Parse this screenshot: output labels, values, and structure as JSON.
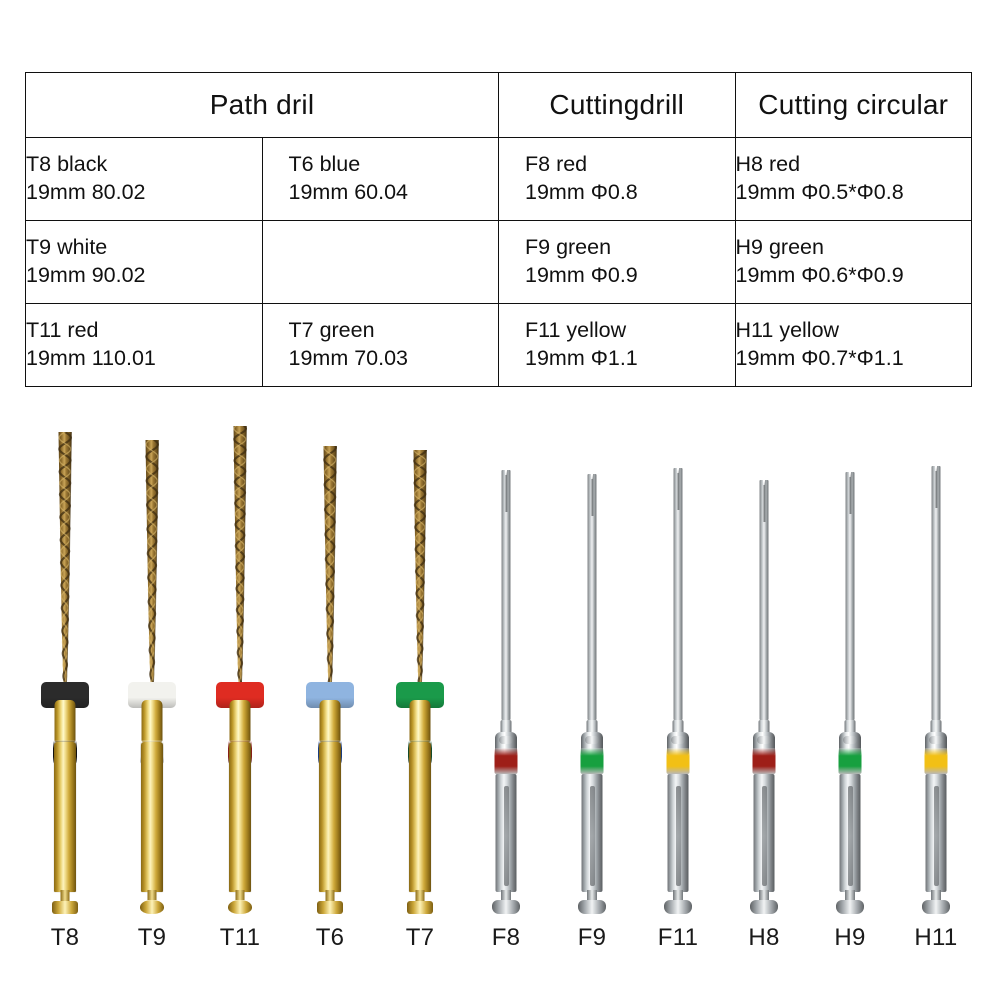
{
  "table": {
    "headers": [
      {
        "label": "Path dril",
        "colspan": 2
      },
      {
        "label": "Cuttingdrill",
        "colspan": 1
      },
      {
        "label": "Cutting circular",
        "colspan": 1
      }
    ],
    "rows": [
      {
        "c1": {
          "line1": "T8 black",
          "line2": "19mm 80.02"
        },
        "c2": {
          "line1": "T6 blue",
          "line2": "19mm 60.04"
        },
        "c3": {
          "line1": "F8 red",
          "line2": "19mm Φ0.8"
        },
        "c4": {
          "line1": "H8 red",
          "line2": "19mm Φ0.5*Φ0.8"
        }
      },
      {
        "c1": {
          "line1": "T9 white",
          "line2": "19mm 90.02"
        },
        "c2": {
          "line1": "",
          "line2": ""
        },
        "c3": {
          "line1": "F9 green",
          "line2": "19mm Φ0.9"
        },
        "c4": {
          "line1": "H9 green",
          "line2": "19mm Φ0.6*Φ0.9"
        }
      },
      {
        "c1": {
          "line1": "T11 red",
          "line2": "19mm 110.01"
        },
        "c2": {
          "line1": "T7 green",
          "line2": "19mm 70.03"
        },
        "c3": {
          "line1": "F11 yellow",
          "line2": "19mm Φ1.1"
        },
        "c4": {
          "line1": "H11 yellow",
          "line2": "19mm Φ0.7*Φ1.1"
        }
      }
    ]
  },
  "drills": [
    {
      "label": "T8",
      "type": "path",
      "disc_color": "#2b2b2b",
      "ring_color": "#141414",
      "shaft_len": 0,
      "foot": "flat"
    },
    {
      "label": "T9",
      "type": "path",
      "disc_color": "#f2f2ee",
      "ring_color": "#e9e9e4",
      "shaft_len": 0,
      "foot": "round"
    },
    {
      "label": "T11",
      "type": "path",
      "disc_color": "#df2c22",
      "ring_color": "#8e2119",
      "shaft_len": 0,
      "foot": "round"
    },
    {
      "label": "T6",
      "type": "path",
      "disc_color": "#8fb4e0",
      "ring_color": "#1b3f86",
      "shaft_len": 0,
      "foot": "flat"
    },
    {
      "label": "T7",
      "type": "path",
      "disc_color": "#1a9a4a",
      "ring_color": "#16502c",
      "shaft_len": 0,
      "foot": "flat"
    },
    {
      "label": "F8",
      "type": "cutting",
      "ring_color": "#9e1f18",
      "shaft_len": 250
    },
    {
      "label": "F9",
      "type": "cutting",
      "ring_color": "#17a03f",
      "shaft_len": 246
    },
    {
      "label": "F11",
      "type": "cutting",
      "ring_color": "#f2c015",
      "shaft_len": 252
    },
    {
      "label": "H8",
      "type": "circular",
      "ring_color": "#9e1f18",
      "shaft_len": 240
    },
    {
      "label": "H9",
      "type": "circular",
      "ring_color": "#17a03f",
      "shaft_len": 248
    },
    {
      "label": "H11",
      "type": "circular",
      "ring_color": "#f2c015",
      "shaft_len": 254
    }
  ],
  "colors": {
    "table_border": "#101010",
    "text": "#111111",
    "background": "#ffffff",
    "gold": "#d6b23c",
    "silver": "#c8cdd0",
    "bronze_flute": "#8a6a33"
  }
}
